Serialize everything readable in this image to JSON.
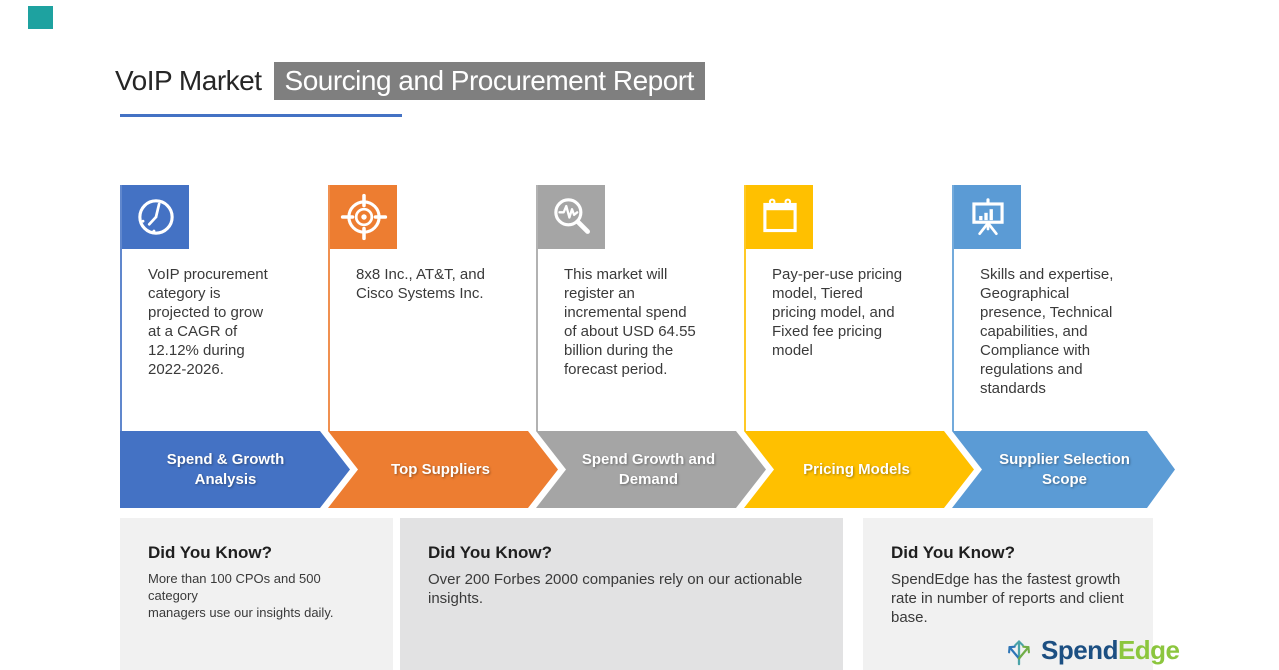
{
  "title": {
    "prefix": "VoIP Market",
    "highlight": "Sourcing and Procurement Report",
    "highlight_bg": "#7f7f7f",
    "underline_color": "#4472c4"
  },
  "corner_square_color": "#1ea2a0",
  "columns": [
    {
      "icon": "clock-icon",
      "color": "#4472c4",
      "text": "VoIP procurement\ncategory is\nprojected to grow\nat a CAGR of\n12.12% during\n2022-2026.",
      "banner": "Spend & Growth\nAnalysis"
    },
    {
      "icon": "target-icon",
      "color": "#ed7d31",
      "text": "8x8 Inc., AT&T, and\nCisco Systems Inc.",
      "banner": "Top Suppliers"
    },
    {
      "icon": "magnifier-pulse-icon",
      "color": "#a5a5a5",
      "text": "This market will\nregister an\nincremental spend\nof about USD 64.55\nbillion during the\nforecast period.",
      "banner": "Spend Growth and\nDemand"
    },
    {
      "icon": "calendar-icon",
      "color": "#ffc000",
      "text": "Pay-per-use pricing\nmodel, Tiered\npricing model, and\nFixed fee pricing\nmodel",
      "banner": "Pricing Models"
    },
    {
      "icon": "presentation-chart-icon",
      "color": "#5b9bd5",
      "text": "Skills and expertise,\nGeographical\npresence, Technical\ncapabilities, and\nCompliance with\nregulations and\nstandards",
      "banner": "Supplier Selection\nScope"
    }
  ],
  "did_you_know": [
    {
      "heading": "Did You Know?",
      "text": "More than 100 CPOs and 500 category\nmanagers use our insights daily."
    },
    {
      "heading": "Did You Know?",
      "text": "Over 200 Forbes 2000 companies rely on our actionable\ninsights."
    },
    {
      "heading": "Did You Know?",
      "text": "SpendEdge has the fastest growth\nrate in number of reports and client\nbase."
    }
  ],
  "logo": {
    "spend": "Spend",
    "edge": "Edge",
    "spend_color": "#1c4f82",
    "edge_color": "#8cc63e"
  }
}
